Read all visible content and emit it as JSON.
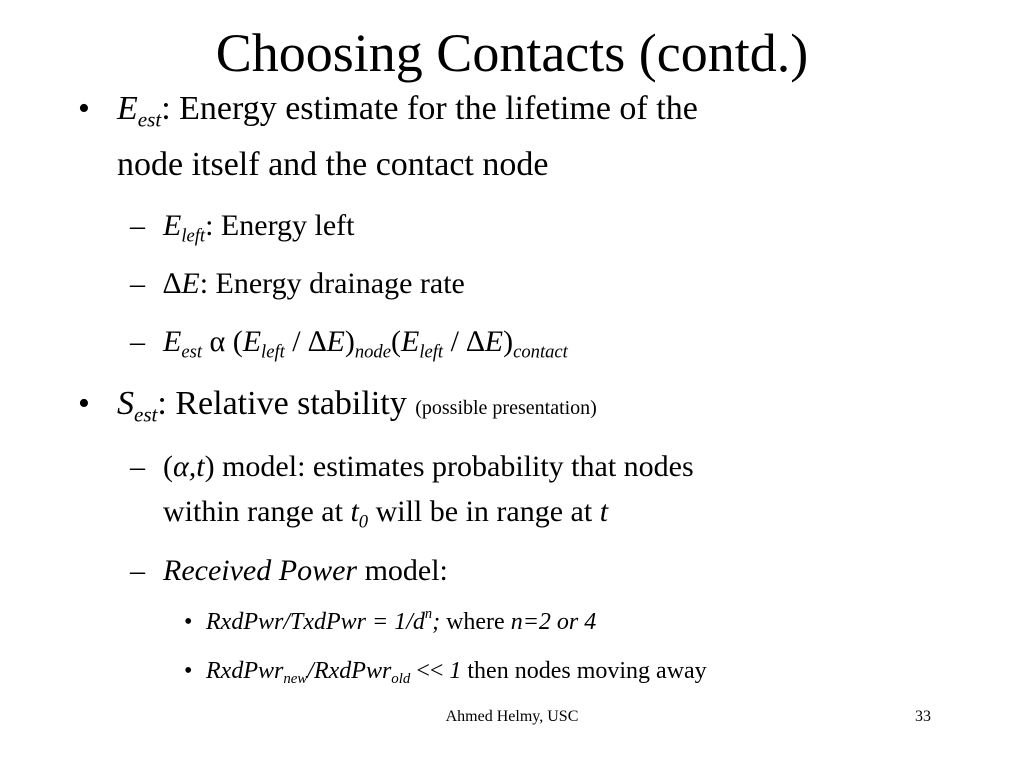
{
  "slide": {
    "title": "Choosing Contacts (contd.)",
    "bullet_char": "•",
    "dash_char": "–",
    "bullets": {
      "e_est": {
        "sym": "E",
        "sub": "est",
        "text_line1": ": Energy estimate for the lifetime of the",
        "text_line2": "node itself and the contact node"
      },
      "e_left": {
        "sym": "E",
        "sub": "left",
        "text": ": Energy left"
      },
      "delta_e": {
        "sym": "∆E",
        "text": ": Energy drainage rate"
      },
      "formula": {
        "e": "E",
        "est": "est",
        "alpha": "α",
        "open": "(",
        "e2": "E",
        "left": "left",
        "slash": " / ",
        "de": "∆E",
        "close": ")",
        "node": "node",
        "open2": "(",
        "e3": "E",
        "left2": "left",
        "slash2": " / ",
        "de2": "∆E",
        "close2": ")",
        "contact": "contact"
      },
      "s_est": {
        "sym": "S",
        "sub": "est",
        "text": ": Relative stability ",
        "note": "(possible presentation)"
      },
      "alpha_t": {
        "open": "(",
        "alpha_t": "α,t",
        "text_line1": ") model: estimates probability that nodes",
        "text_line2a": "within range at ",
        "t": "t",
        "t_sub": "0",
        "text_line2b": " will be in range at ",
        "t2": "t"
      },
      "received_power": {
        "italic": "Received Power",
        "text": " model:"
      },
      "rxd1": {
        "italic": "RxdPwr/TxdPwr = 1/d",
        "sup": "n",
        "semicolon": ";",
        "where": " where ",
        "italic2": "n=2 or 4"
      },
      "rxd2": {
        "rxd": "RxdPwr",
        "new": "new",
        "slash_rxd": "/RxdPwr",
        "old": "old",
        "lt": " << ",
        "one": "1",
        "text": " then nodes moving away"
      }
    },
    "footer": {
      "author": "Ahmed Helmy, USC",
      "page": "33"
    }
  }
}
